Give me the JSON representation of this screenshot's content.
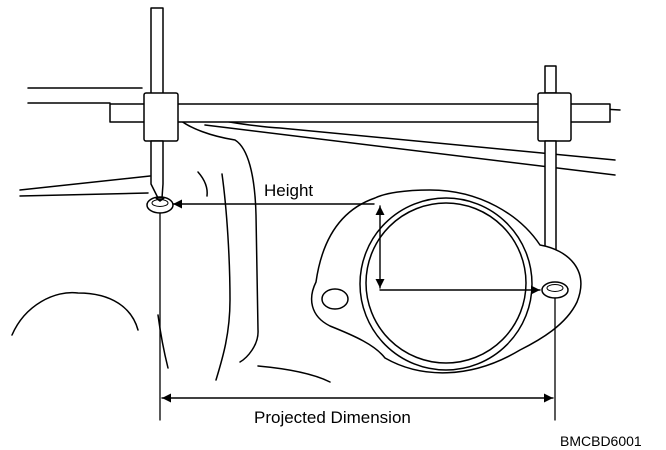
{
  "diagram": {
    "labels": {
      "height": "Height",
      "projected_dimension": "Projected Dimension",
      "figure_code": "BMCBD6001"
    },
    "colors": {
      "line": "#000000",
      "background": "#ffffff"
    }
  }
}
